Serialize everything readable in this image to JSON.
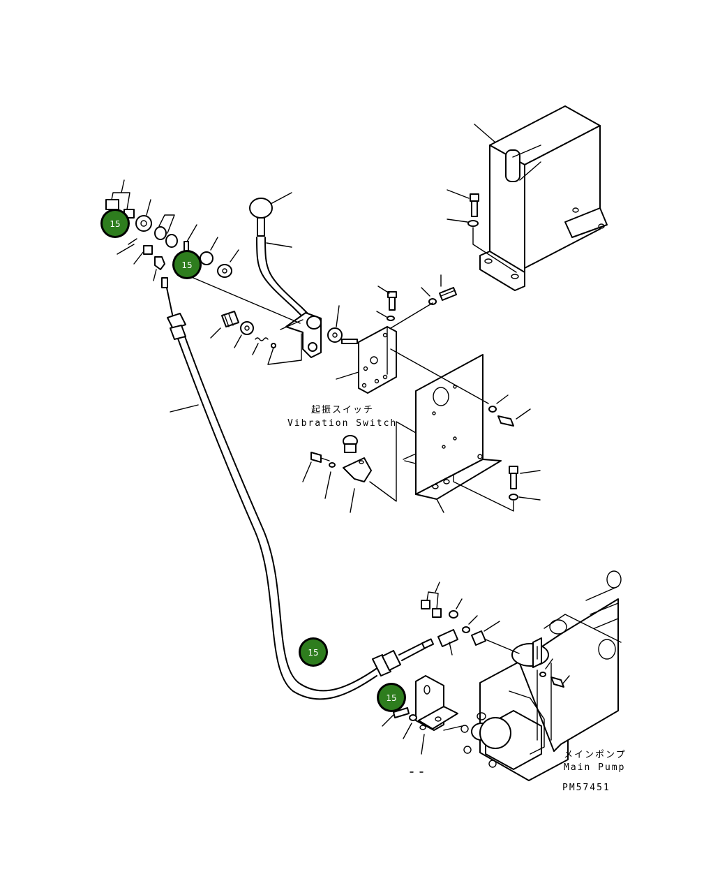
{
  "labels": {
    "vibration_switch_jp": "起振スイッチ",
    "vibration_switch_en": "Vibration Switch",
    "main_pump_jp": "メインポンプ",
    "main_pump_en": "Main Pump",
    "drawing_code": "PM57451"
  },
  "hotspots": [
    "15",
    "15",
    "15",
    "15"
  ],
  "colors": {
    "hotspot_fill": "#2e7d1e",
    "hotspot_ring": "#000000",
    "line": "#000000",
    "background": "#ffffff"
  }
}
